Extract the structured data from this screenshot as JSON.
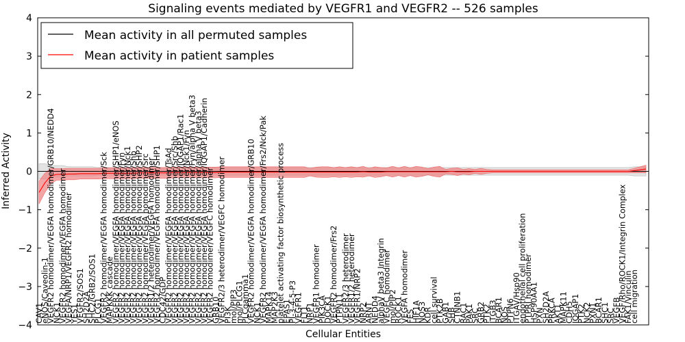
{
  "chart_data": {
    "type": "line",
    "title": "Signaling events mediated by VEGFR1 and VEGFR2 -- 526 samples",
    "xlabel": "Cellular Entities",
    "ylabel": "Inferred Activity",
    "ylim": [
      -4,
      4
    ],
    "yticks": [
      -4,
      -3,
      -2,
      -1,
      0,
      1,
      2,
      3,
      4
    ],
    "grid": false,
    "legend": {
      "placement": "top-left",
      "entries": [
        {
          "label": "Mean activity in all permuted samples",
          "color": "#000000"
        },
        {
          "label": "Mean activity in patient samples",
          "color": "#ff0000"
        }
      ]
    },
    "series_colors": {
      "permuted": "#000000",
      "patient": "#ff0000",
      "permuted_band": "#cccccc",
      "patient_band": "#f08080"
    },
    "categories": [
      "CAV1",
      "eNOS/Caveolin-1",
      "VEGFR2 homodimer/VEGFA homodimer/GRB10/NEDD4",
      "NCK1",
      "VEGFR2 homodimer/VEGFA homodimer",
      "VEGFA/NRP1/VEGFR2 homodimer",
      "YES1",
      "VEGFR2/SOS1",
      "SH2D2A",
      "SHC2/GRB2/SOS1",
      "PLCG1",
      "VEGFR2 homodimer/VEGFA homodimer/Sck",
      "MAPKKK cascade",
      "VEGFR2 homodimer/VEGFA homodimer/SHP1/eNOS",
      "VEGFR2 homodimer/VEGFA homodimer/Fyn",
      "VEGFR2 homodimer/VEGFA homodimer/Nck1",
      "VEGFR2 homodimer/VEGFA homodimer/Shb",
      "VEGFR2 homodimer/VEGFA homodimer/SHP2",
      "VEGFR2 homodimer/VEGFA homodimer/Src",
      "VEGFR1/2 heterodimer/VEGFA homodimer",
      "VEGFR2 homodimer/VEGFA homodimer/SHP1",
      "CDC42/GDP",
      "VEGFR2 homodimer/VEGFA homodimer/TsAd",
      "VEGFR2 homodimer/VEGFA homodimer/Src/Shb",
      "VEGFR2 homodimer/VEGFA homodimer/IQGAP1/Rac1",
      "VEGFR2 homodimer/VEGFA homodimer/Nck1/Fyn",
      "VEGFR2 homodimer/VEGFA homodimer/Fyn/alpha V beta3",
      "VEGFR2 homodimer/VEGFA homodimer/alpha V beta3",
      "VEGFR2 homodimer/VEGFA homodimer/IQGAP1/Cadherin",
      "VEGFR2 homodimer/VEGFC homodimer",
      "GRB10",
      "VEGFR2/3 heterodimer/VEGFC homodimer",
      "PI3K",
      "mol/PIP3",
      "mol/PLCG1",
      "PLCgamma1",
      "VEGFR2 homodimer/VEGFA homodimer/GRB10",
      "NCK1",
      "VEGFR2 homodimer/VEGFA homodimer/Frs2/Nck/Pak",
      "MAPK14",
      "MAP2K3",
      "platelet activating factor biosynthetic process",
      "EPAS1",
      "PI-3-4-5-P3",
      "VEGFR1",
      "FLT1",
      "NRP1",
      "VEGFR1 homodimer",
      "PIK3CA",
      "DOCK1",
      "VEGFR2 homodimer/Frs2",
      "PTPN11",
      "VEGFR2/3 heterodimer",
      "VEGFR1/2 heterodimer",
      "VEGFR1/NRP2",
      "NRP2",
      "ARNT",
      "NEDD4",
      "alphaV beta3 Integrin",
      "VEGFC homodimer",
      "mol/PIP2",
      "ROCK1",
      "VEGFA homodimer",
      "FES",
      "HIF1A",
      "NOS3",
      "KDR",
      "cell survival",
      "PTK2B",
      "GAB1",
      "SHB",
      "CTNNB1",
      "RAC1",
      "PAK1",
      "SRC",
      "GRB2",
      "PTK2",
      "ITGB3",
      "BCAR1",
      "NOS",
      "PTPN6",
      "ITGAV/Hsp90",
      "endothelial cell proliferation",
      "PTPRJ homodimer",
      "HSP90AA1",
      "PXN",
      "SH2D2A",
      "PRKCA",
      "AKT1",
      "MAPK11",
      "CDH5",
      "IQGAP1",
      "PTK2",
      "NCK2",
      "PXN1",
      "BCAR1",
      "SHC1",
      "SRC",
      "VEGFB",
      "VEGF/Rho/ROCK1/Integrin Complex",
      "FAK1/Vinculin",
      "cell migration"
    ],
    "x": [
      0,
      1,
      2,
      3,
      4,
      5,
      6,
      7,
      8,
      9,
      10,
      11,
      12,
      13,
      14,
      15,
      16,
      17,
      18,
      19,
      20,
      21,
      22,
      23,
      24,
      25,
      26,
      27,
      28,
      29,
      30,
      31,
      32,
      33,
      34,
      35,
      36,
      37,
      38,
      39,
      40,
      41,
      42,
      43,
      44,
      45,
      46,
      47,
      48,
      49,
      50,
      51,
      52,
      53,
      54,
      55,
      56,
      57,
      58,
      59,
      60,
      61,
      62,
      63,
      64,
      65,
      66,
      67,
      68,
      69,
      70,
      71,
      72,
      73,
      74,
      75,
      76,
      77,
      78,
      79,
      80,
      81,
      82,
      83,
      84,
      85,
      86,
      87,
      88,
      89,
      90,
      91,
      92,
      93,
      94,
      95,
      96,
      97,
      98,
      99,
      100,
      101,
      102,
      103
    ],
    "series": [
      {
        "name": "Mean activity in all permuted samples",
        "values": [
          0,
          0,
          0,
          0,
          0,
          0,
          0,
          0,
          0,
          0,
          0,
          0,
          0,
          0,
          0,
          0,
          0,
          0,
          0,
          0,
          0,
          0,
          0,
          0,
          0,
          0,
          0,
          0,
          0,
          0,
          0,
          0,
          0,
          0,
          0,
          0,
          0,
          0,
          0,
          0,
          0,
          0,
          0,
          0,
          0,
          0,
          0,
          0,
          0,
          0,
          0,
          0,
          0,
          0,
          0,
          0,
          0,
          0,
          0,
          0,
          0,
          0,
          0,
          0,
          0,
          0,
          0,
          0,
          0,
          0,
          0,
          0,
          0,
          0,
          0,
          0,
          0,
          0,
          0,
          0,
          0,
          0,
          0,
          0,
          0,
          0,
          0,
          0,
          0,
          0,
          0,
          0,
          0,
          0,
          0,
          0,
          0,
          0,
          0,
          0,
          0,
          0,
          0,
          0
        ],
        "band_halfwidth": [
          0.2,
          0.2,
          0.15,
          0.15,
          0.15,
          0.12,
          0.12,
          0.12,
          0.12,
          0.12,
          0.1,
          0.1,
          0.1,
          0.1,
          0.1,
          0.1,
          0.1,
          0.1,
          0.1,
          0.1,
          0.1,
          0.1,
          0.1,
          0.1,
          0.1,
          0.1,
          0.1,
          0.1,
          0.1,
          0.1,
          0.1,
          0.1,
          0.1,
          0.1,
          0.1,
          0.1,
          0.1,
          0.1,
          0.1,
          0.1,
          0.1,
          0.1,
          0.1,
          0.1,
          0.1,
          0.1,
          0.1,
          0.1,
          0.1,
          0.1,
          0.1,
          0.1,
          0.1,
          0.1,
          0.1,
          0.1,
          0.1,
          0.1,
          0.1,
          0.1,
          0.1,
          0.1,
          0.1,
          0.1,
          0.1,
          0.1,
          0.1,
          0.1,
          0.1,
          0.1,
          0.1,
          0.1,
          0.1,
          0.1,
          0.1,
          0.1,
          0.1,
          0.1,
          0.1,
          0.1,
          0.1,
          0.1,
          0.1,
          0.1,
          0.1,
          0.1,
          0.1,
          0.1,
          0.1,
          0.1,
          0.1,
          0.1,
          0.1,
          0.1,
          0.1,
          0.1,
          0.1,
          0.1,
          0.1,
          0.1,
          0.1,
          0.12,
          0.12,
          0.12
        ]
      },
      {
        "name": "Mean activity in patient samples",
        "values": [
          -0.55,
          -0.3,
          -0.12,
          -0.08,
          -0.08,
          -0.07,
          -0.07,
          -0.06,
          -0.06,
          -0.06,
          -0.06,
          -0.05,
          -0.05,
          -0.05,
          -0.05,
          -0.05,
          -0.05,
          -0.04,
          -0.04,
          -0.04,
          -0.04,
          -0.04,
          -0.04,
          -0.03,
          -0.03,
          -0.03,
          -0.03,
          -0.03,
          -0.03,
          -0.03,
          -0.03,
          -0.02,
          -0.02,
          -0.02,
          -0.02,
          -0.02,
          -0.02,
          -0.02,
          -0.02,
          -0.02,
          -0.02,
          -0.02,
          -0.02,
          -0.02,
          -0.02,
          -0.02,
          -0.02,
          -0.02,
          -0.02,
          -0.02,
          -0.02,
          -0.02,
          -0.02,
          -0.02,
          -0.02,
          -0.01,
          -0.02,
          -0.02,
          -0.02,
          -0.01,
          -0.01,
          -0.01,
          -0.01,
          -0.01,
          -0.01,
          -0.01,
          -0.01,
          -0.01,
          -0.01,
          -0.01,
          0,
          -0.01,
          -0.01,
          -0.01,
          0,
          0,
          0,
          0,
          0,
          0,
          0,
          0,
          0,
          0,
          0,
          0,
          0,
          0,
          0,
          0,
          0,
          0,
          0,
          0,
          0,
          0,
          0,
          0,
          0,
          0,
          0,
          0.02,
          0.04,
          0.06
        ],
        "band_halfwidth": [
          0.3,
          0.25,
          0.2,
          0.15,
          0.15,
          0.15,
          0.15,
          0.14,
          0.14,
          0.14,
          0.14,
          0.14,
          0.14,
          0.14,
          0.14,
          0.14,
          0.14,
          0.14,
          0.14,
          0.14,
          0.14,
          0.14,
          0.14,
          0.14,
          0.14,
          0.14,
          0.14,
          0.14,
          0.14,
          0.14,
          0.14,
          0.14,
          0.14,
          0.14,
          0.14,
          0.14,
          0.14,
          0.14,
          0.14,
          0.14,
          0.14,
          0.14,
          0.14,
          0.14,
          0.14,
          0.14,
          0.1,
          0.13,
          0.14,
          0.14,
          0.12,
          0.14,
          0.12,
          0.14,
          0.12,
          0.14,
          0.1,
          0.14,
          0.12,
          0.1,
          0.14,
          0.1,
          0.14,
          0.1,
          0.14,
          0.12,
          0.08,
          0.12,
          0.14,
          0.06,
          0.08,
          0.1,
          0.06,
          0.08,
          0.05,
          0.08,
          0.05,
          0.04,
          0.04,
          0.04,
          0.04,
          0.04,
          0.04,
          0.04,
          0.04,
          0.04,
          0.04,
          0.04,
          0.04,
          0.04,
          0.04,
          0.04,
          0.04,
          0.04,
          0.04,
          0.04,
          0.04,
          0.04,
          0.04,
          0.04,
          0.04,
          0.06,
          0.08,
          0.1
        ]
      }
    ]
  }
}
